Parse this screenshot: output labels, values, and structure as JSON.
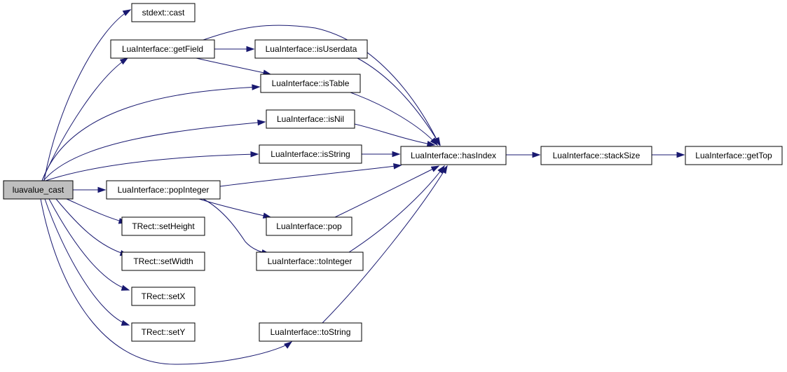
{
  "graph": {
    "colors": {
      "edge": "#191970",
      "root_fill": "#bfbfbf",
      "node_fill": "#ffffff",
      "border": "#000000"
    },
    "nodes": [
      {
        "id": "luavalue_cast",
        "label": "luavalue_cast",
        "root": true
      },
      {
        "id": "stdext_cast",
        "label": "stdext::cast"
      },
      {
        "id": "getField",
        "label": "LuaInterface::getField"
      },
      {
        "id": "isUserdata",
        "label": "LuaInterface::isUserdata"
      },
      {
        "id": "isTable",
        "label": "LuaInterface::isTable"
      },
      {
        "id": "isNil",
        "label": "LuaInterface::isNil"
      },
      {
        "id": "isString",
        "label": "LuaInterface::isString"
      },
      {
        "id": "hasIndex",
        "label": "LuaInterface::hasIndex"
      },
      {
        "id": "stackSize",
        "label": "LuaInterface::stackSize"
      },
      {
        "id": "getTop",
        "label": "LuaInterface::getTop"
      },
      {
        "id": "popInteger",
        "label": "LuaInterface::popInteger"
      },
      {
        "id": "setHeight",
        "label": "TRect::setHeight"
      },
      {
        "id": "pop",
        "label": "LuaInterface::pop"
      },
      {
        "id": "setWidth",
        "label": "TRect::setWidth"
      },
      {
        "id": "toInteger",
        "label": "LuaInterface::toInteger"
      },
      {
        "id": "setX",
        "label": "TRect::setX"
      },
      {
        "id": "setY",
        "label": "TRect::setY"
      },
      {
        "id": "toString",
        "label": "LuaInterface::toString"
      }
    ],
    "edges": [
      [
        "luavalue_cast",
        "stdext_cast"
      ],
      [
        "luavalue_cast",
        "getField"
      ],
      [
        "luavalue_cast",
        "isTable"
      ],
      [
        "luavalue_cast",
        "isNil"
      ],
      [
        "luavalue_cast",
        "isString"
      ],
      [
        "luavalue_cast",
        "popInteger"
      ],
      [
        "luavalue_cast",
        "setHeight"
      ],
      [
        "luavalue_cast",
        "setWidth"
      ],
      [
        "luavalue_cast",
        "setX"
      ],
      [
        "luavalue_cast",
        "setY"
      ],
      [
        "luavalue_cast",
        "toString"
      ],
      [
        "getField",
        "hasIndex"
      ],
      [
        "getField",
        "isUserdata"
      ],
      [
        "getField",
        "isTable"
      ],
      [
        "isUserdata",
        "hasIndex"
      ],
      [
        "isTable",
        "hasIndex"
      ],
      [
        "isNil",
        "hasIndex"
      ],
      [
        "isString",
        "hasIndex"
      ],
      [
        "popInteger",
        "hasIndex"
      ],
      [
        "popInteger",
        "pop"
      ],
      [
        "popInteger",
        "toInteger"
      ],
      [
        "pop",
        "hasIndex"
      ],
      [
        "toInteger",
        "hasIndex"
      ],
      [
        "toString",
        "hasIndex"
      ],
      [
        "hasIndex",
        "stackSize"
      ],
      [
        "stackSize",
        "getTop"
      ]
    ]
  }
}
